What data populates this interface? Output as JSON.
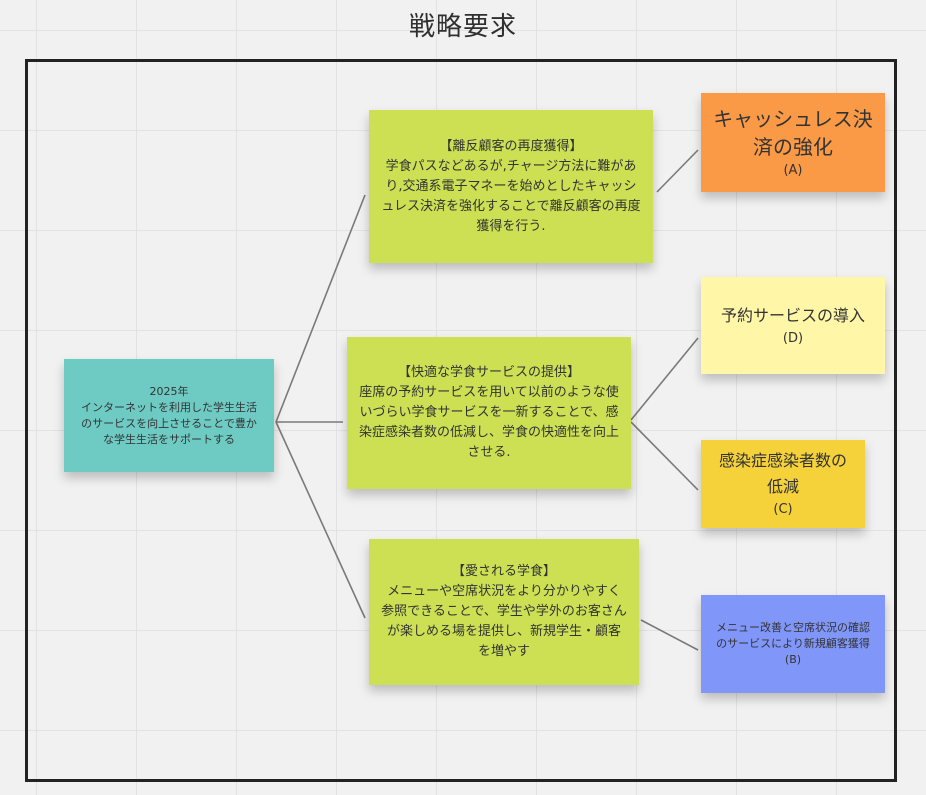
{
  "title": "戦略要求",
  "root": {
    "year": "2025年",
    "text": "インターネットを利用した学生生活のサービスを向上させることで豊かな学生生活をサポートする",
    "color": "#6ecbc4"
  },
  "strategies": [
    {
      "heading": "【離反顧客の再度獲得】",
      "text": "学食パスなどあるが,チャージ方法に難があり,交通系電子マネーを始めとしたキャッシュレス決済を強化することで離反顧客の再度獲得を行う.",
      "color": "#cde054"
    },
    {
      "heading": "【快適な学食サービスの提供】",
      "text": "座席の予約サービスを用いて以前のような使いづらい学食サービスを一新することで、感染症感染者数の低減し、学食の快適性を向上させる.",
      "color": "#cde054"
    },
    {
      "heading": "【愛される学食】",
      "text": "メニューや空席状況をより分かりやすく参照できることで、学生や学外のお客さんが楽しめる場を提供し、新規学生・顧客を増やす",
      "color": "#cde054"
    }
  ],
  "requirements": [
    {
      "name": "キャッシュレス決済の強化",
      "code": "(A)",
      "color": "#fb9a46"
    },
    {
      "name": "予約サービスの導入",
      "code": "(D)",
      "color": "#fff6a8"
    },
    {
      "name": "感染症感染者数の低減",
      "code": "(C)",
      "color": "#f5d13a"
    },
    {
      "name": "メニュー改善と空席状況の確認のサービスにより新規顧客獲得",
      "code": "(B)",
      "color": "#8096f9"
    }
  ],
  "connector_color": "#7a7a7a"
}
